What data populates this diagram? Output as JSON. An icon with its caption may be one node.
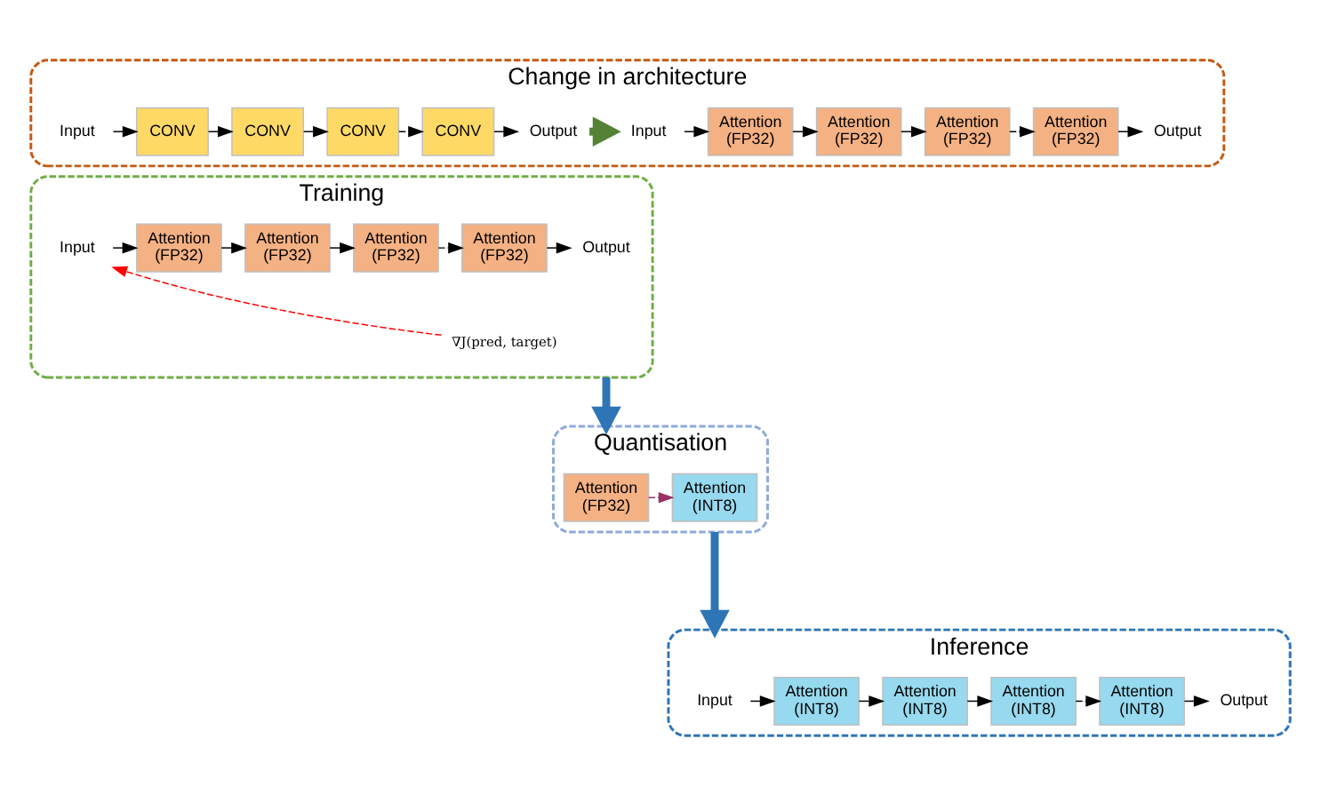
{
  "diagram": {
    "nodes": [
      {
        "text": [
          "Change in architecture"
        ]
      },
      {
        "text": [
          "Input"
        ],
        "in": 0
      },
      {
        "text": [
          "CONV"
        ],
        "in": 0
      },
      {
        "text": [
          "CONV"
        ],
        "in": 0
      },
      {
        "text": [
          "CONV"
        ],
        "in": 0
      },
      {
        "text": [
          "CONV"
        ],
        "in": 0
      },
      {
        "text": [
          "Output"
        ],
        "in": 0
      },
      {
        "text": [
          "Input"
        ],
        "in": 0
      },
      {
        "text": [
          "Attention",
          "(FP32)"
        ],
        "in": 0
      },
      {
        "text": [
          "Attention",
          "(FP32)"
        ],
        "in": 0
      },
      {
        "text": [
          "Attention",
          "(FP32)"
        ],
        "in": 0
      },
      {
        "text": [
          "Attention",
          "(FP32)"
        ],
        "in": 0
      },
      {
        "text": [
          "Output"
        ],
        "in": 0
      },
      {
        "text": [
          "Training"
        ]
      },
      {
        "text": [
          "Input"
        ],
        "in": 13
      },
      {
        "text": [
          "Attention",
          "(FP32)"
        ],
        "in": 13
      },
      {
        "text": [
          "Attention",
          "(FP32)"
        ],
        "in": 13
      },
      {
        "text": [
          "Attention",
          "(FP32)"
        ],
        "in": 13
      },
      {
        "text": [
          "Attention",
          "(FP32)"
        ],
        "in": 13
      },
      {
        "text": [
          "Output"
        ],
        "in": 13
      },
      {
        "text": [
          "∇J(pred, target)"
        ],
        "in": 13
      },
      {
        "text": [
          "Quantisation"
        ]
      },
      {
        "text": [
          "Attention",
          "(FP32)"
        ],
        "in": 21
      },
      {
        "text": [
          "Attention",
          "(INT8)"
        ],
        "in": 21
      },
      {
        "text": [
          "Inference"
        ]
      },
      {
        "text": [
          "Input"
        ],
        "in": 24
      },
      {
        "text": [
          "Attention",
          "(INT8)"
        ],
        "in": 24
      },
      {
        "text": [
          "Attention",
          "(INT8)"
        ],
        "in": 24
      },
      {
        "text": [
          "Attention",
          "(INT8)"
        ],
        "in": 24
      },
      {
        "text": [
          "Attention",
          "(INT8)"
        ],
        "in": 24
      },
      {
        "text": [
          "Output"
        ],
        "in": 24
      }
    ],
    "edges": [
      {
        "from": 1,
        "to": 2,
        "arrow": "to"
      },
      {
        "from": 2,
        "to": 3,
        "arrow": "to"
      },
      {
        "from": 3,
        "to": 4,
        "arrow": "to"
      },
      {
        "from": 4,
        "to": 5,
        "arrow": "to",
        "style": "dashed"
      },
      {
        "from": 5,
        "to": 6,
        "arrow": "to"
      },
      {
        "from": 6,
        "to": 7,
        "arrow": "to",
        "style": "thick",
        "color": "#548235"
      },
      {
        "from": 7,
        "to": 8,
        "arrow": "to"
      },
      {
        "from": 8,
        "to": 9,
        "arrow": "to"
      },
      {
        "from": 9,
        "to": 10,
        "arrow": "to"
      },
      {
        "from": 10,
        "to": 11,
        "arrow": "to",
        "style": "dashed"
      },
      {
        "from": 11,
        "to": 12,
        "arrow": "to"
      },
      {
        "from": 14,
        "to": 15,
        "arrow": "to"
      },
      {
        "from": 15,
        "to": 16,
        "arrow": "to"
      },
      {
        "from": 16,
        "to": 17,
        "arrow": "to"
      },
      {
        "from": 17,
        "to": 18,
        "arrow": "to",
        "style": "dashed"
      },
      {
        "from": 18,
        "to": 19,
        "arrow": "to"
      },
      {
        "from": 20,
        "to": 14,
        "arrow": "to",
        "style": "dashed",
        "color": "#ff0000"
      },
      {
        "from": 13,
        "to": 21,
        "arrow": "to",
        "style": "thick",
        "color": "#2e75b6"
      },
      {
        "from": 22,
        "to": 23,
        "arrow": "to",
        "style": "dashed",
        "color": "#993366"
      },
      {
        "from": 21,
        "to": 24,
        "arrow": "to",
        "style": "thick",
        "color": "#2e75b6"
      },
      {
        "from": 25,
        "to": 26,
        "arrow": "to"
      },
      {
        "from": 26,
        "to": 27,
        "arrow": "to"
      },
      {
        "from": 27,
        "to": 28,
        "arrow": "to"
      },
      {
        "from": 28,
        "to": 29,
        "arrow": "to",
        "style": "dashed"
      },
      {
        "from": 29,
        "to": 30,
        "arrow": "to"
      }
    ]
  }
}
